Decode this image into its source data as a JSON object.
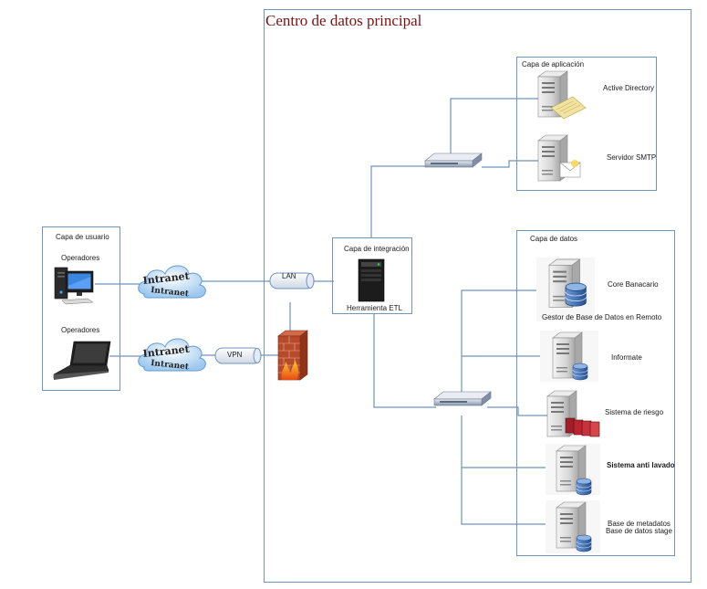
{
  "datacenter": {
    "title": "Centro de datos principal"
  },
  "user_layer": {
    "title": "Capa de usuario",
    "desktop_label": "Operadores",
    "laptop_label": "Operadores"
  },
  "network": {
    "cloud_top_text_1": "Intranet",
    "cloud_top_text_2": "Intranet",
    "cloud_bottom_text_1": "Intranet",
    "cloud_bottom_text_2": "Intranet",
    "lan_label": "LAN",
    "vpn_label": "VPN"
  },
  "integration_layer": {
    "title": "Capa de integración",
    "etl_label": "Herramienta ETL"
  },
  "application_layer": {
    "title": "Capa de aplicación",
    "servers": [
      "Active Directory",
      "Servidor SMTP"
    ]
  },
  "data_layer": {
    "title": "Capa de datos",
    "core_caption": "Gestor de Base de Datos en Remoto",
    "servers": [
      {
        "label": "Core Banacario"
      },
      {
        "label": "Informate"
      },
      {
        "label": "Sistema de riesgo"
      },
      {
        "label": "Sistema anti lavado"
      },
      {
        "label": "Base de metadatos",
        "label2": "Base de datos stage"
      }
    ]
  },
  "colors": {
    "line": "#6f94bd",
    "title": "#7a1212",
    "database": "#3d6fb0"
  }
}
